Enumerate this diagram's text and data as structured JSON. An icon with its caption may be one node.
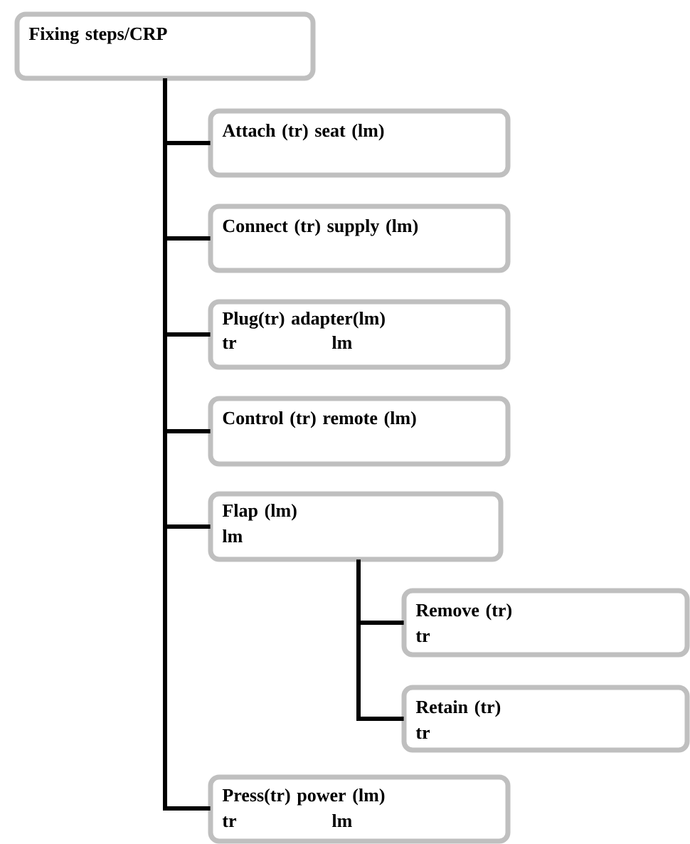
{
  "diagram": {
    "nodes": [
      {
        "text": [
          "Fixing steps/CRP"
        ]
      },
      {
        "text": [
          "Attach (tr) seat (lm)"
        ]
      },
      {
        "text": [
          "Connect (tr) supply (lm)"
        ]
      },
      {
        "text": [
          "Plug(tr) adapter(lm)",
          "tr",
          "lm"
        ]
      },
      {
        "text": [
          "Control (tr) remote (lm)"
        ]
      },
      {
        "text": [
          "Flap (lm)",
          "lm"
        ]
      },
      {
        "text": [
          "Remove (tr)",
          "tr"
        ]
      },
      {
        "text": [
          "Retain (tr)",
          "tr"
        ]
      },
      {
        "text": [
          "Press(tr) power (lm)",
          "tr",
          "lm"
        ]
      }
    ],
    "edges": [
      {
        "from": 0,
        "to": 1,
        "arrow": "none"
      },
      {
        "from": 0,
        "to": 2,
        "arrow": "none"
      },
      {
        "from": 0,
        "to": 3,
        "arrow": "none"
      },
      {
        "from": 0,
        "to": 4,
        "arrow": "none"
      },
      {
        "from": 0,
        "to": 5,
        "arrow": "none"
      },
      {
        "from": 5,
        "to": 6,
        "arrow": "none"
      },
      {
        "from": 5,
        "to": 7,
        "arrow": "none"
      },
      {
        "from": 0,
        "to": 8,
        "arrow": "none"
      }
    ]
  }
}
